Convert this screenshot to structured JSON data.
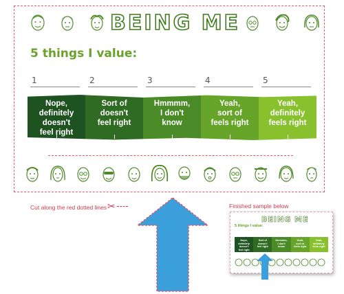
{
  "header": {
    "title": "BEING ME",
    "subtitle": "5 things I value:"
  },
  "value_slots": [
    "1",
    "2",
    "3",
    "4",
    "5"
  ],
  "scale": [
    {
      "label": "Nope, definitely\ndoesn't\nfeel right",
      "color": "#1e5220"
    },
    {
      "label": "Sort of\ndoesn't\nfeel right",
      "color": "#2f6b22"
    },
    {
      "label": "Hmmmm,\nI don't\nknow",
      "color": "#4a8a27"
    },
    {
      "label": "Yeah,\nsort of\nfeels right",
      "color": "#67a52a"
    },
    {
      "label": "Yeah,\ndefinitely\nfeels right",
      "color": "#88c02e"
    }
  ],
  "instructions": {
    "cut": "Cut along the red dotted lines",
    "sample": "Finished sample below"
  },
  "colors": {
    "accent": "#6aa22c",
    "dashed": "#e05a6a",
    "arrow": "#3b9fdc"
  },
  "icons": {
    "face": "face-sketch-icon",
    "scissors": "scissors-icon",
    "arrow": "up-arrow-icon"
  }
}
